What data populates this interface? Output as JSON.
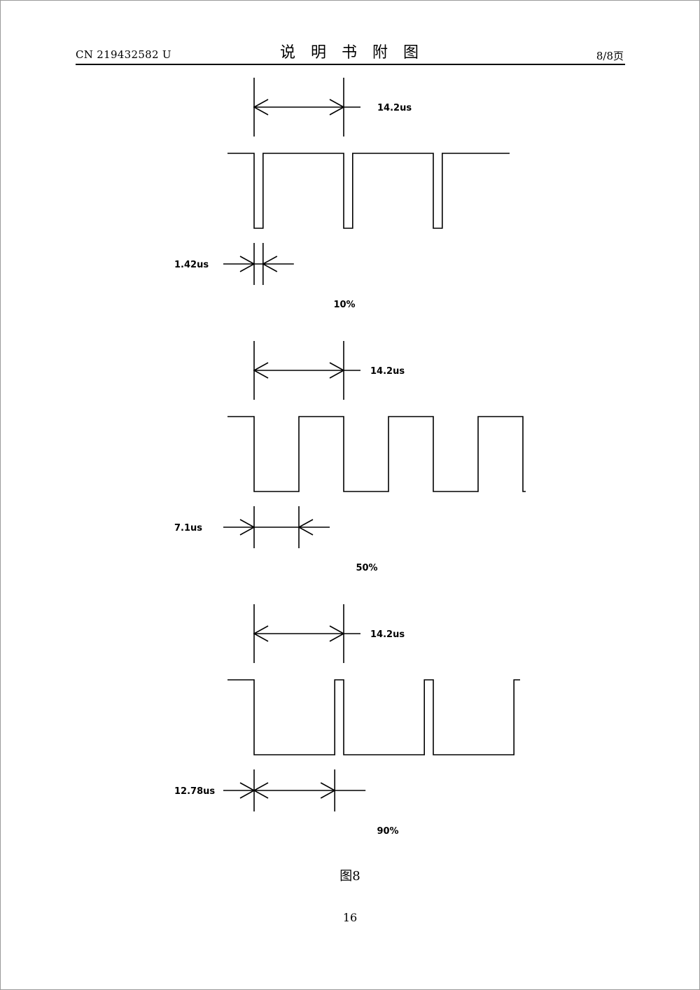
{
  "header": {
    "publication_number": "CN 219432582 U",
    "title": "说明书附图",
    "page_indicator": "8/8页"
  },
  "figure": {
    "caption": "图8",
    "panels": [
      {
        "period_label": "14.2us",
        "pulse_label": "1.42us",
        "duty_label": "10%",
        "period_us": 14.2,
        "pulse_us": 1.42,
        "duty_percent": 10
      },
      {
        "period_label": "14.2us",
        "pulse_label": "7.1us",
        "duty_label": "50%",
        "period_us": 14.2,
        "pulse_us": 7.1,
        "duty_percent": 50
      },
      {
        "period_label": "14.2us",
        "pulse_label": "12.78us",
        "duty_label": "90%",
        "period_us": 14.2,
        "pulse_us": 12.78,
        "duty_percent": 90
      }
    ]
  },
  "footer": {
    "page_number": "16"
  }
}
